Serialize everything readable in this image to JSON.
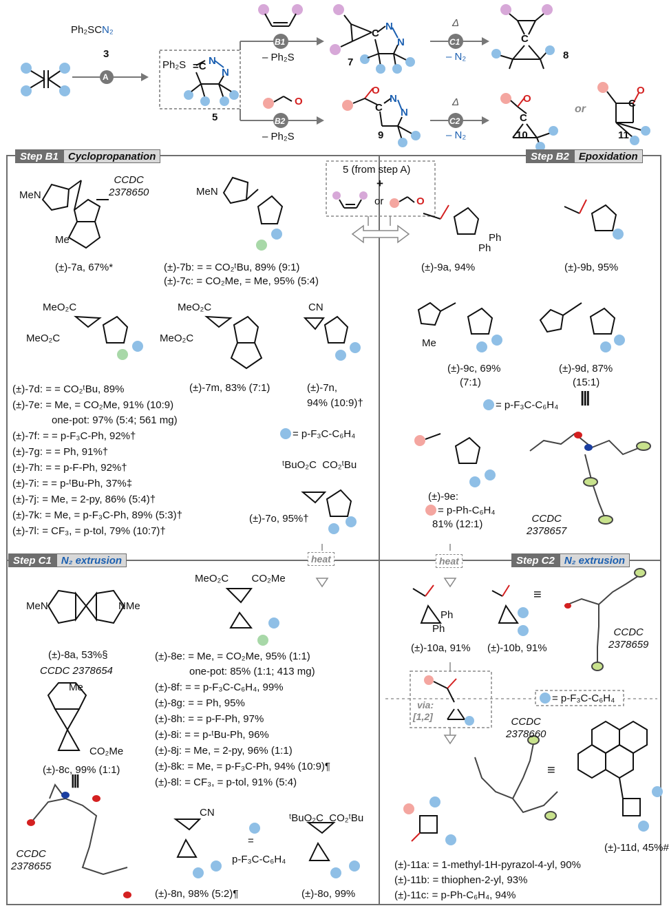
{
  "scheme": {
    "reagent_3": "3",
    "reagent_3_formula_left": "Ph₂S",
    "reagent_3_formula_right": "C",
    "reagent_3_formula_n2": "N₂",
    "step_A": "A",
    "intermediate_5": "5",
    "intermediate_5_formula": "Ph₂S",
    "step_B1": "B1",
    "step_B2": "B2",
    "byproduct_B1": "– Ph₂S",
    "byproduct_B2": "– Ph₂S",
    "step_C1": "C1",
    "step_C2": "C2",
    "heat_symbol": "Δ",
    "n2_loss_1": "– N₂",
    "n2_loss_2": "– N₂",
    "product_7": "7",
    "product_8": "8",
    "product_9": "9",
    "product_10": "10",
    "product_11": "11",
    "or": "or"
  },
  "headers": {
    "b1": {
      "step": "Step B1",
      "title": "Cyclopropanation"
    },
    "b2": {
      "step": "Step B2",
      "title": "Epoxidation"
    },
    "c1": {
      "step": "Step C1",
      "title": "N₂ extrusion"
    },
    "c2": {
      "step": "Step C2",
      "title": "N₂ extrusion"
    }
  },
  "center_box": {
    "line1": "5 (from step A)",
    "plus": "+",
    "or": "or"
  },
  "heat_label": "heat",
  "via_label": "via:",
  "via_shift": "[1,2]",
  "ccdc": {
    "c7a": [
      "CCDC",
      "2378650"
    ],
    "c9e": [
      "CCDC",
      "2378657"
    ],
    "c8a": "CCDC 2378654",
    "c8c": [
      "CCDC",
      "2378655"
    ],
    "c10b": [
      "CCDC",
      "2378659"
    ],
    "c11d": [
      "CCDC",
      "2378660"
    ]
  },
  "compounds_b1": {
    "c7a": "(±)-7a, 67%*",
    "c7b": "(±)-7b: = = CO₂ᵗBu, 89% (9:1)",
    "c7c": "(±)-7c: = CO₂Me, = Me, 95% (5:4)",
    "c7d": "(±)-7d: = = CO₂ᵗBu, 89%",
    "c7e": "(±)-7e: = Me, = CO₂Me, 91% (10:9)",
    "c7e_onepot": "one-pot: 97% (5:4; 561 mg)",
    "c7f": "(±)-7f: = = p-F₃C-Ph, 92%†",
    "c7g": "(±)-7g: = = Ph, 91%†",
    "c7h": "(±)-7h: = = p-F-Ph, 92%†",
    "c7i": "(±)-7i: = = p-ᵗBu-Ph, 37%‡",
    "c7j": "(±)-7j: = Me, = 2-py, 86% (5:4)†",
    "c7k": "(±)-7k: = Me, = p-F₃C-Ph, 89% (5:3)†",
    "c7l": "(±)-7l: = CF₃, = p-tol, 79% (10:7)†",
    "c7m": "(±)-7m, 83% (7:1)",
    "c7n_1": "(±)-7n,",
    "c7n_2": "94% (10:9)†",
    "c7o": "(±)-7o, 95%†",
    "legend_b1": "= p-F₃C-C₆H₄"
  },
  "compounds_b2": {
    "c9a": "(±)-9a, 94%",
    "c9b": "(±)-9b, 95%",
    "c9c_1": "(±)-9c, 69%",
    "c9c_2": "(7:1)",
    "c9d_1": "(±)-9d, 87%",
    "c9d_2": "(15:1)",
    "legend_b2": "= p-F₃C-C₆H₄",
    "c9e_1": "(±)-9e:",
    "c9e_2": "= p-Ph-C₆H₄",
    "c9e_3": "81% (12:1)"
  },
  "compounds_c1": {
    "c8a": "(±)-8a, 53%§",
    "c8c": "(±)-8c, 99% (1:1)",
    "c8e": "(±)-8e: = Me, = CO₂Me, 95% (1:1)",
    "c8e_onepot": "one-pot: 85% (1:1; 413 mg)",
    "c8f": "(±)-8f: = = p-F₃C-C₆H₄, 99%",
    "c8g": "(±)-8g: = = Ph, 95%",
    "c8h": "(±)-8h: = = p-F-Ph, 97%",
    "c8i": "(±)-8i: = = p-ᵗBu-Ph, 96%",
    "c8j": "(±)-8j: = Me, = 2-py, 96% (1:1)",
    "c8k": "(±)-8k: = Me, = p-F₃C-Ph, 94% (10:9)¶",
    "c8l": "(±)-8l: = CF₃, = p-tol, 91% (5:4)",
    "c8n": "(±)-8n, 98% (5:2)¶",
    "c8o": "(±)-8o, 99%",
    "legend_c1_1": "=",
    "legend_c1_2": "p-F₃C-C₆H₄"
  },
  "compounds_c2": {
    "c10a": "(±)-10a, 91%",
    "c10b": "(±)-10b, 91%",
    "legend_c2": "= p-F₃C-C₆H₄",
    "c11a": "(±)-11a: = 1-methyl-1H-pyrazol-4-yl, 90%",
    "c11b": "(±)-11b: = thiophen-2-yl, 93%",
    "c11c": "(±)-11c: = p-Ph-C₆H₄, 94%",
    "c11d": "(±)-11d, 45%#"
  },
  "colors": {
    "blue_dot": "#8fbfe6",
    "green_dot": "#a8d8a8",
    "pink_dot": "#f4a6a0",
    "purple_dot": "#d7a8d8",
    "nitrogen": "#1b5fb0",
    "oxygen": "#d42020",
    "sulfur": "#d9a300",
    "frame": "#6e6e6e"
  }
}
